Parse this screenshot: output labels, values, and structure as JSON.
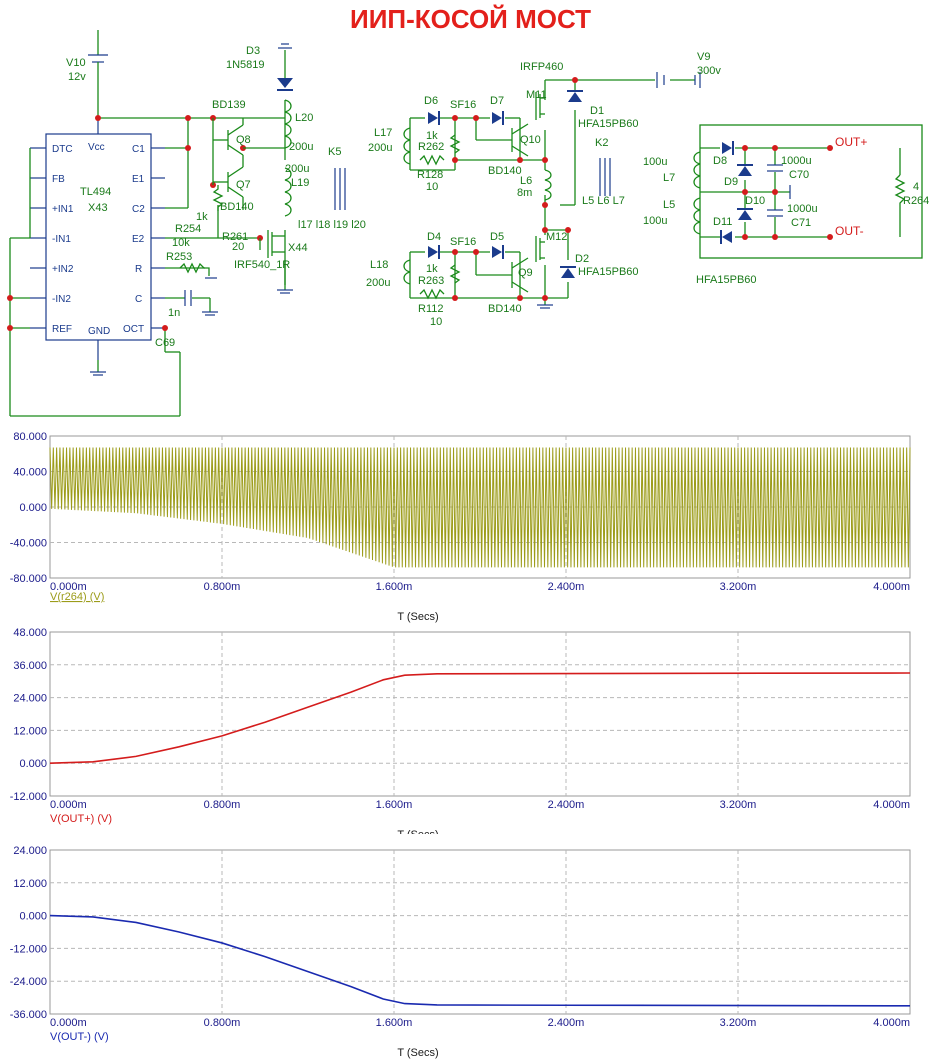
{
  "title": "ИИП-КОСОЙ МОСТ",
  "schematic": {
    "labels": {
      "v10": "V10",
      "v10_val": "12v",
      "d3": "D3",
      "d3_val": "1N5819",
      "bd139": "BD139",
      "q8": "Q8",
      "q7": "Q7",
      "bd140_a": "BD140",
      "l20": "L20",
      "l20_val": "200u",
      "l19_val": "200u",
      "l19": "L19",
      "k5": "K5",
      "k5_set": "l17 l18 l19 l20",
      "r254": "R254",
      "r254_val": "10k",
      "r261": "R261",
      "r261_val": "20",
      "r1k_a": "1k",
      "r253": "R253",
      "x44": "X44",
      "irf540": "IRF540_1R",
      "c69": "C69",
      "c_val": "1n",
      "tl494": "TL494",
      "x43": "X43",
      "pins_left": [
        "DTC",
        "FB",
        "+IN1",
        "-IN1",
        "+IN2",
        "-IN2",
        "REF"
      ],
      "pins_right": [
        "C1",
        "E1",
        "C2",
        "E2",
        "R",
        "C",
        "OCT"
      ],
      "pin_vcc": "Vcc",
      "pin_gnd": "GND",
      "irfp460": "IRFP460",
      "v9": "V9",
      "v9_val": "300v",
      "d6": "D6",
      "d7": "D7",
      "sf16_a": "SF16",
      "sf16_b": "SF16",
      "l17": "L17",
      "l17_val": "200u",
      "r262_k": "1k",
      "r262": "R262",
      "r128": "R128",
      "r128_val": "10",
      "bd140_b": "BD140",
      "q10": "Q10",
      "m11": "M11",
      "d1": "D1",
      "hfa_a": "HFA15PB60",
      "l6": "L6",
      "l6_val": "8m",
      "k2": "K2",
      "k2_set": "L5 L6 L7",
      "d4": "D4",
      "d5": "D5",
      "l18": "L18",
      "l18_val": "200u",
      "r263_k": "1k",
      "r263": "R263",
      "r112": "R112",
      "r112_val": "10",
      "bd140_c": "BD140",
      "q9": "Q9",
      "m12": "M12",
      "d2": "D2",
      "hfa_b": "HFA15PB60",
      "l7_val": "100u",
      "l7": "L7",
      "l5": "L5",
      "l5_val": "100u",
      "d8": "D8",
      "d9": "D9",
      "d10": "D10",
      "d11": "D11",
      "c70_val": "1000u",
      "c70": "C70",
      "c71_val": "1000u",
      "c71": "C71",
      "out_plus": "OUT+",
      "out_minus": "OUT-",
      "r264_val": "4",
      "r264": "R264",
      "hfa_c": "HFA15PB60"
    }
  },
  "chart_data": [
    {
      "type": "line",
      "xlabel": "T (Secs)",
      "ylabel": "V(r264) (V)",
      "x_ticks": [
        "0.000m",
        "0.800m",
        "1.600m",
        "2.400m",
        "3.200m",
        "4.000m"
      ],
      "y_ticks": [
        "80.000",
        "40.000",
        "0.000",
        "-40.000",
        "-80.000"
      ],
      "xlim": [
        0,
        4.0
      ],
      "ylim": [
        -80,
        80
      ],
      "series": [
        {
          "name": "V(r264) (V)",
          "color": "#9c9c1a",
          "kind": "oscillation",
          "upper_envelope": [
            [
              0,
              67
            ],
            [
              4.0,
              67
            ]
          ],
          "lower_envelope": [
            [
              0,
              -2
            ],
            [
              0.4,
              -7
            ],
            [
              0.8,
              -19
            ],
            [
              1.2,
              -35
            ],
            [
              1.6,
              -68
            ],
            [
              4.0,
              -68
            ]
          ]
        }
      ]
    },
    {
      "type": "line",
      "xlabel": "T (Secs)",
      "ylabel": "V(OUT+) (V)",
      "x_ticks": [
        "0.000m",
        "0.800m",
        "1.600m",
        "2.400m",
        "3.200m",
        "4.000m"
      ],
      "y_ticks": [
        "48.000",
        "36.000",
        "24.000",
        "12.000",
        "0.000",
        "-12.000"
      ],
      "xlim": [
        0,
        4.0
      ],
      "ylim": [
        -12,
        48
      ],
      "series": [
        {
          "name": "V(OUT+) (V)",
          "color": "#d41c1c",
          "points": [
            [
              0,
              0
            ],
            [
              0.2,
              0.5
            ],
            [
              0.4,
              2.5
            ],
            [
              0.6,
              6
            ],
            [
              0.8,
              10
            ],
            [
              1.0,
              15
            ],
            [
              1.2,
              20.5
            ],
            [
              1.4,
              26
            ],
            [
              1.55,
              30.5
            ],
            [
              1.65,
              32.2
            ],
            [
              1.8,
              32.7
            ],
            [
              2.4,
              32.8
            ],
            [
              4.0,
              33
            ]
          ]
        }
      ]
    },
    {
      "type": "line",
      "xlabel": "T (Secs)",
      "ylabel": "V(OUT-) (V)",
      "x_ticks": [
        "0.000m",
        "0.800m",
        "1.600m",
        "2.400m",
        "3.200m",
        "4.000m"
      ],
      "y_ticks": [
        "24.000",
        "12.000",
        "0.000",
        "-12.000",
        "-24.000",
        "-36.000"
      ],
      "xlim": [
        0,
        4.0
      ],
      "ylim": [
        -36,
        24
      ],
      "series": [
        {
          "name": "V(OUT-) (V)",
          "color": "#1a2ab0",
          "points": [
            [
              0,
              0
            ],
            [
              0.2,
              -0.5
            ],
            [
              0.4,
              -2.5
            ],
            [
              0.6,
              -6
            ],
            [
              0.8,
              -10
            ],
            [
              1.0,
              -15
            ],
            [
              1.2,
              -20.5
            ],
            [
              1.4,
              -26
            ],
            [
              1.55,
              -30.5
            ],
            [
              1.65,
              -32.2
            ],
            [
              1.8,
              -32.7
            ],
            [
              2.4,
              -32.8
            ],
            [
              4.0,
              -33
            ]
          ]
        }
      ]
    }
  ]
}
